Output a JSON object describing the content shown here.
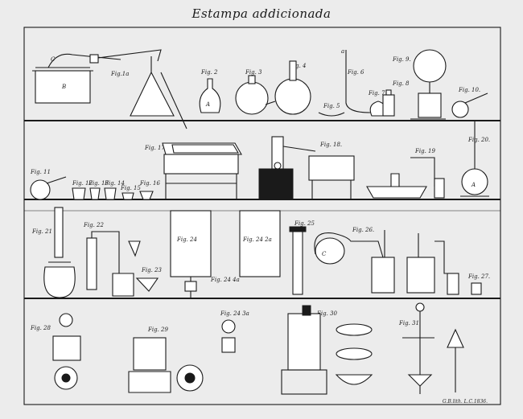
{
  "plate": {
    "title": "Estampa addicionada",
    "credit": "G.B.lith. L.C.1836."
  },
  "figures": {
    "fig1": "Fig.1a",
    "fig2": "Fig. 2",
    "fig3": "Fig. 3",
    "fig4": "Fig. 4",
    "fig5": "Fig. 5",
    "fig6": "Fig. 6",
    "fig7": "Fig. 7",
    "fig8": "Fig. 8",
    "fig9": "Fig. 9.",
    "fig10": "Fig. 10.",
    "fig11": "Fig. 11",
    "fig12": "Fig. 12",
    "fig13": "Fig. 13",
    "fig14": "Fig. 14",
    "fig15": "Fig. 15",
    "fig16": "Fig. 16",
    "fig17": "Fig. 17",
    "fig18": "Fig. 18.",
    "fig19": "Fig. 19",
    "fig20": "Fig. 20.",
    "fig21": "Fig. 21",
    "fig22": "Fig. 22",
    "fig23": "Fig. 23",
    "fig24": "Fig. 24",
    "fig24b": "Fig. 24 2a",
    "fig24c": "Fig. 24 4a",
    "fig24d": "Fig. 24 3a",
    "fig25": "Fig. 25",
    "fig26": "Fig. 26.",
    "fig27": "Fig. 27.",
    "fig28": "Fig. 28",
    "fig29": "Fig. 29",
    "fig30": "Fig. 30",
    "fig31": "Fig. 31"
  }
}
